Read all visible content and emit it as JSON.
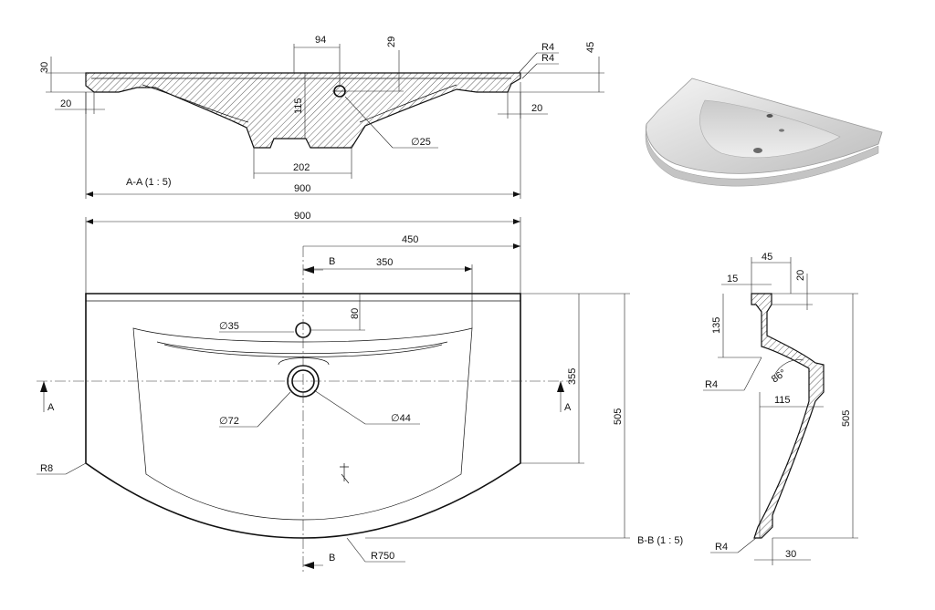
{
  "section_aa": {
    "title": "A-A  (1 : 5)",
    "dims": {
      "d94": "94",
      "d29": "29",
      "r4_a": "R4",
      "r4_b": "R4",
      "d45": "45",
      "d30": "30",
      "d20_left": "20",
      "d115": "115",
      "d20_right": "20",
      "dia25": "∅25",
      "d202": "202",
      "d900": "900"
    }
  },
  "plan_view": {
    "dims": {
      "d900": "900",
      "d450": "450",
      "d350": "350",
      "d80": "80",
      "dia35": "∅35",
      "dia72": "∅72",
      "dia44": "∅44",
      "d355": "355",
      "d505": "505",
      "r8": "R8",
      "r750": "R750"
    },
    "cut_a_left": "A",
    "cut_a_right": "A",
    "cut_b_top": "B",
    "cut_b_bottom": "B"
  },
  "section_bb": {
    "title": "B-B  (1 : 5)",
    "dims": {
      "d45": "45",
      "d15": "15",
      "d20": "20",
      "d135": "135",
      "r4_top": "R4",
      "angle": "86°",
      "d115": "115",
      "d505": "505",
      "r4_bottom": "R4",
      "d30": "30"
    }
  }
}
